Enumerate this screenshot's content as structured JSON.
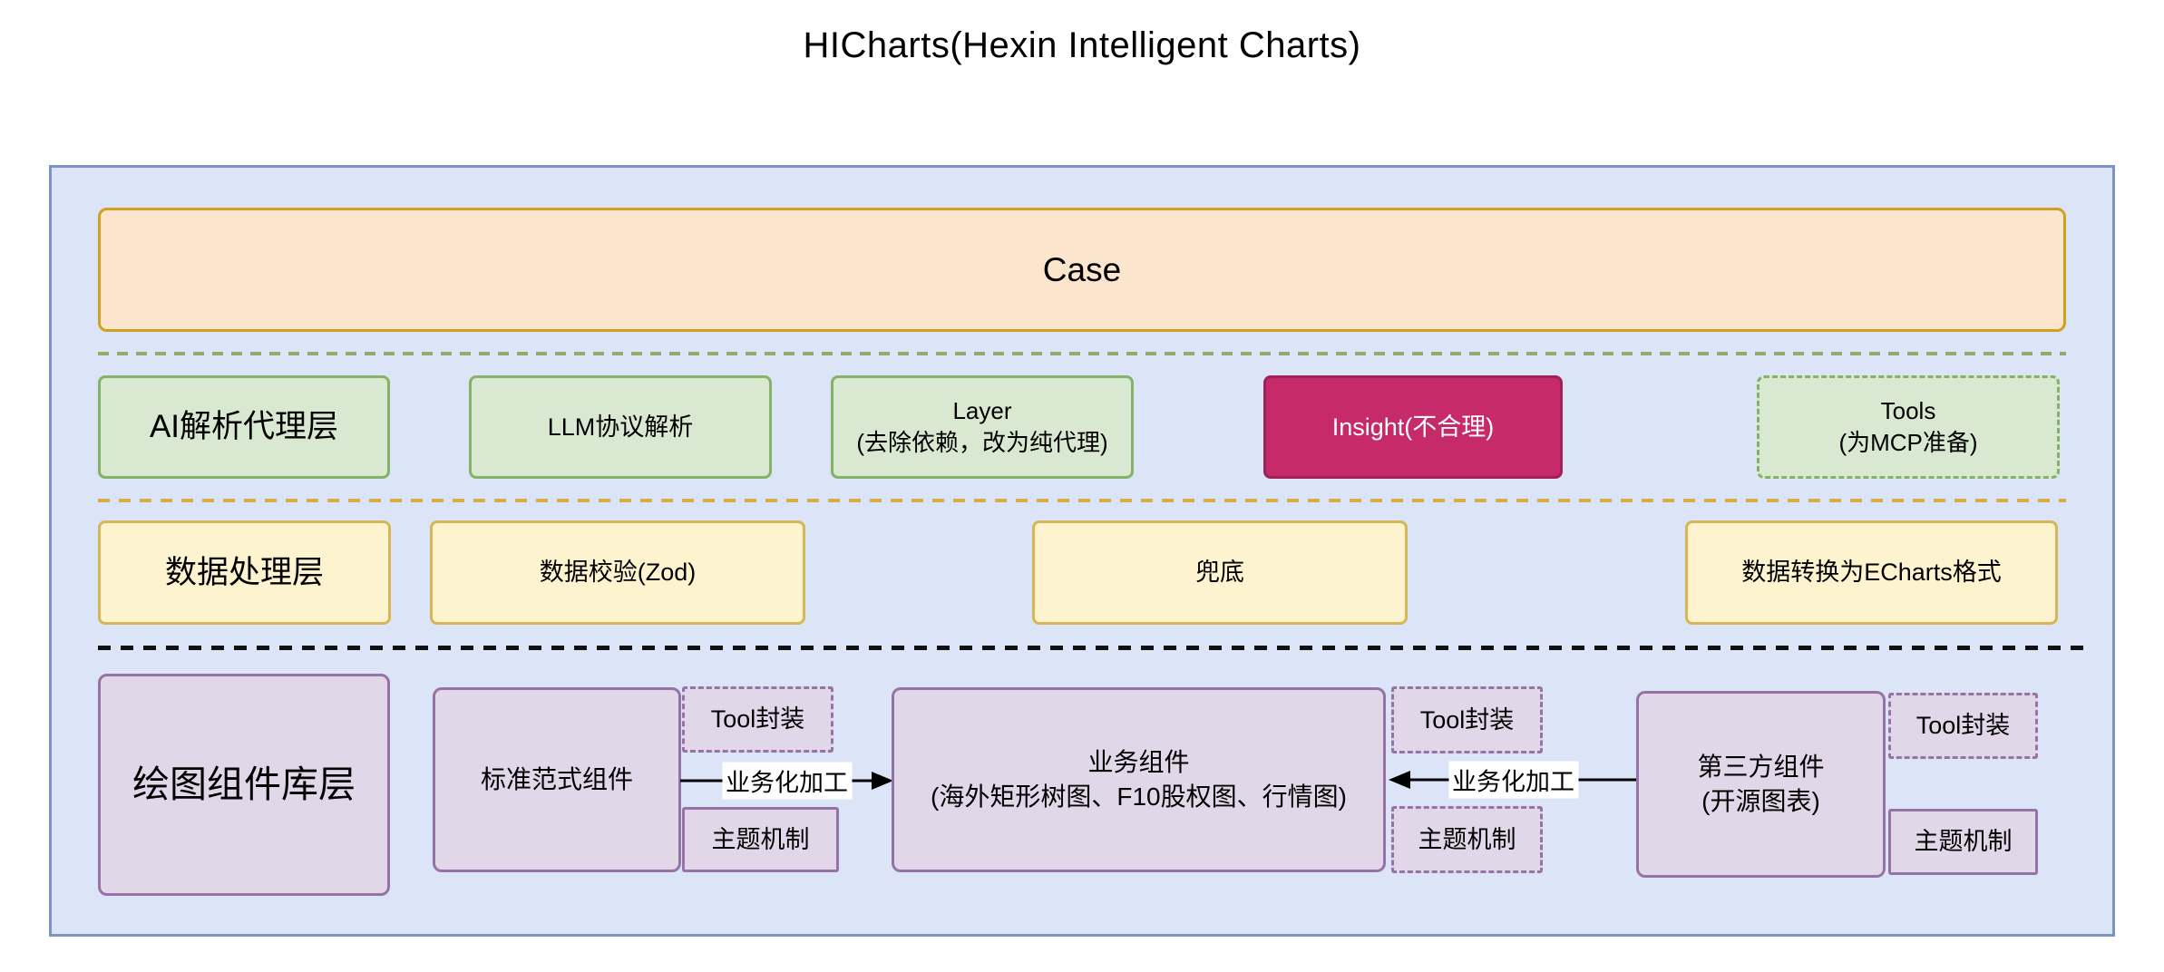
{
  "title": "HICharts(Hexin Intelligent Charts)",
  "case": {
    "label": "Case"
  },
  "ai_row": {
    "layer_label": "AI解析代理层",
    "items": [
      "LLM协议解析",
      "Layer\n(去除依赖，改为纯代理)",
      "Insight(不合理)",
      "Tools\n(为MCP准备)"
    ]
  },
  "data_row": {
    "layer_label": "数据处理层",
    "items": [
      "数据校验(Zod)",
      "兜底",
      "数据转换为ECharts格式"
    ]
  },
  "component_row": {
    "layer_label": "绘图组件库层",
    "groups": [
      {
        "label": "标准范式组件",
        "tool": "Tool封装",
        "theme": "主题机制"
      },
      {
        "label": "业务组件\n(海外矩形树图、F10股权图、行情图)",
        "tool": "Tool封装",
        "theme": "主题机制"
      },
      {
        "label": "第三方组件\n(开源图表)",
        "tool": "Tool封装",
        "theme": "主题机制"
      }
    ],
    "arrows": [
      {
        "label": "业务化加工"
      },
      {
        "label": "业务化加工"
      }
    ]
  },
  "colors": {
    "container_bg": "#dbe5f7",
    "container_border": "#7e93c5",
    "case_bg": "#fce5cd",
    "case_border": "#d0a021",
    "green_bg": "#d9e8d0",
    "green_border": "#84b266",
    "magenta_bg": "#c72a68",
    "magenta_border": "#9c2257",
    "yellow_bg": "#fdf3cf",
    "yellow_border": "#d6b656",
    "purple_bg": "#e2d6e9",
    "purple_border": "#9673a6",
    "separator_green": "#8bad6e",
    "separator_yellow": "#d8ac47",
    "separator_black": "#111111",
    "arrow_black": "#000000",
    "insight_text": "#ffffff"
  }
}
